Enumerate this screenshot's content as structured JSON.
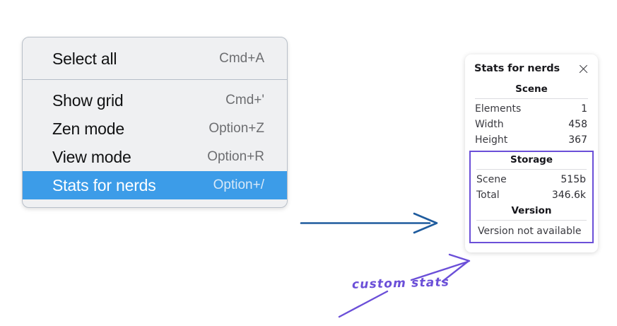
{
  "context_menu": {
    "groups": [
      {
        "items": [
          {
            "label": "Select all",
            "shortcut": "Cmd+A",
            "selected": false
          }
        ]
      },
      {
        "items": [
          {
            "label": "Show grid",
            "shortcut": "Cmd+'",
            "selected": false
          },
          {
            "label": "Zen mode",
            "shortcut": "Option+Z",
            "selected": false
          },
          {
            "label": "View mode",
            "shortcut": "Option+R",
            "selected": false
          },
          {
            "label": "Stats for nerds",
            "shortcut": "Option+/",
            "selected": true
          }
        ]
      }
    ],
    "selected_bg": "#3c9ce8"
  },
  "stats_panel": {
    "title": "Stats for nerds",
    "close_icon": "close-icon",
    "sections": [
      {
        "title": "Scene",
        "rows": [
          {
            "label": "Elements",
            "value": "1"
          },
          {
            "label": "Width",
            "value": "458"
          },
          {
            "label": "Height",
            "value": "367"
          }
        ]
      },
      {
        "title": "Storage",
        "rows": [
          {
            "label": "Scene",
            "value": "515b"
          },
          {
            "label": "Total",
            "value": "346.6k"
          }
        ]
      },
      {
        "title": "Version",
        "full_row": "Version not available"
      }
    ],
    "highlight_color": "#6b4fd8"
  },
  "annotations": {
    "arrow_blue_color": "#1f5c9e",
    "arrow_purple_color": "#6b4fd8",
    "text": "custom stats"
  }
}
